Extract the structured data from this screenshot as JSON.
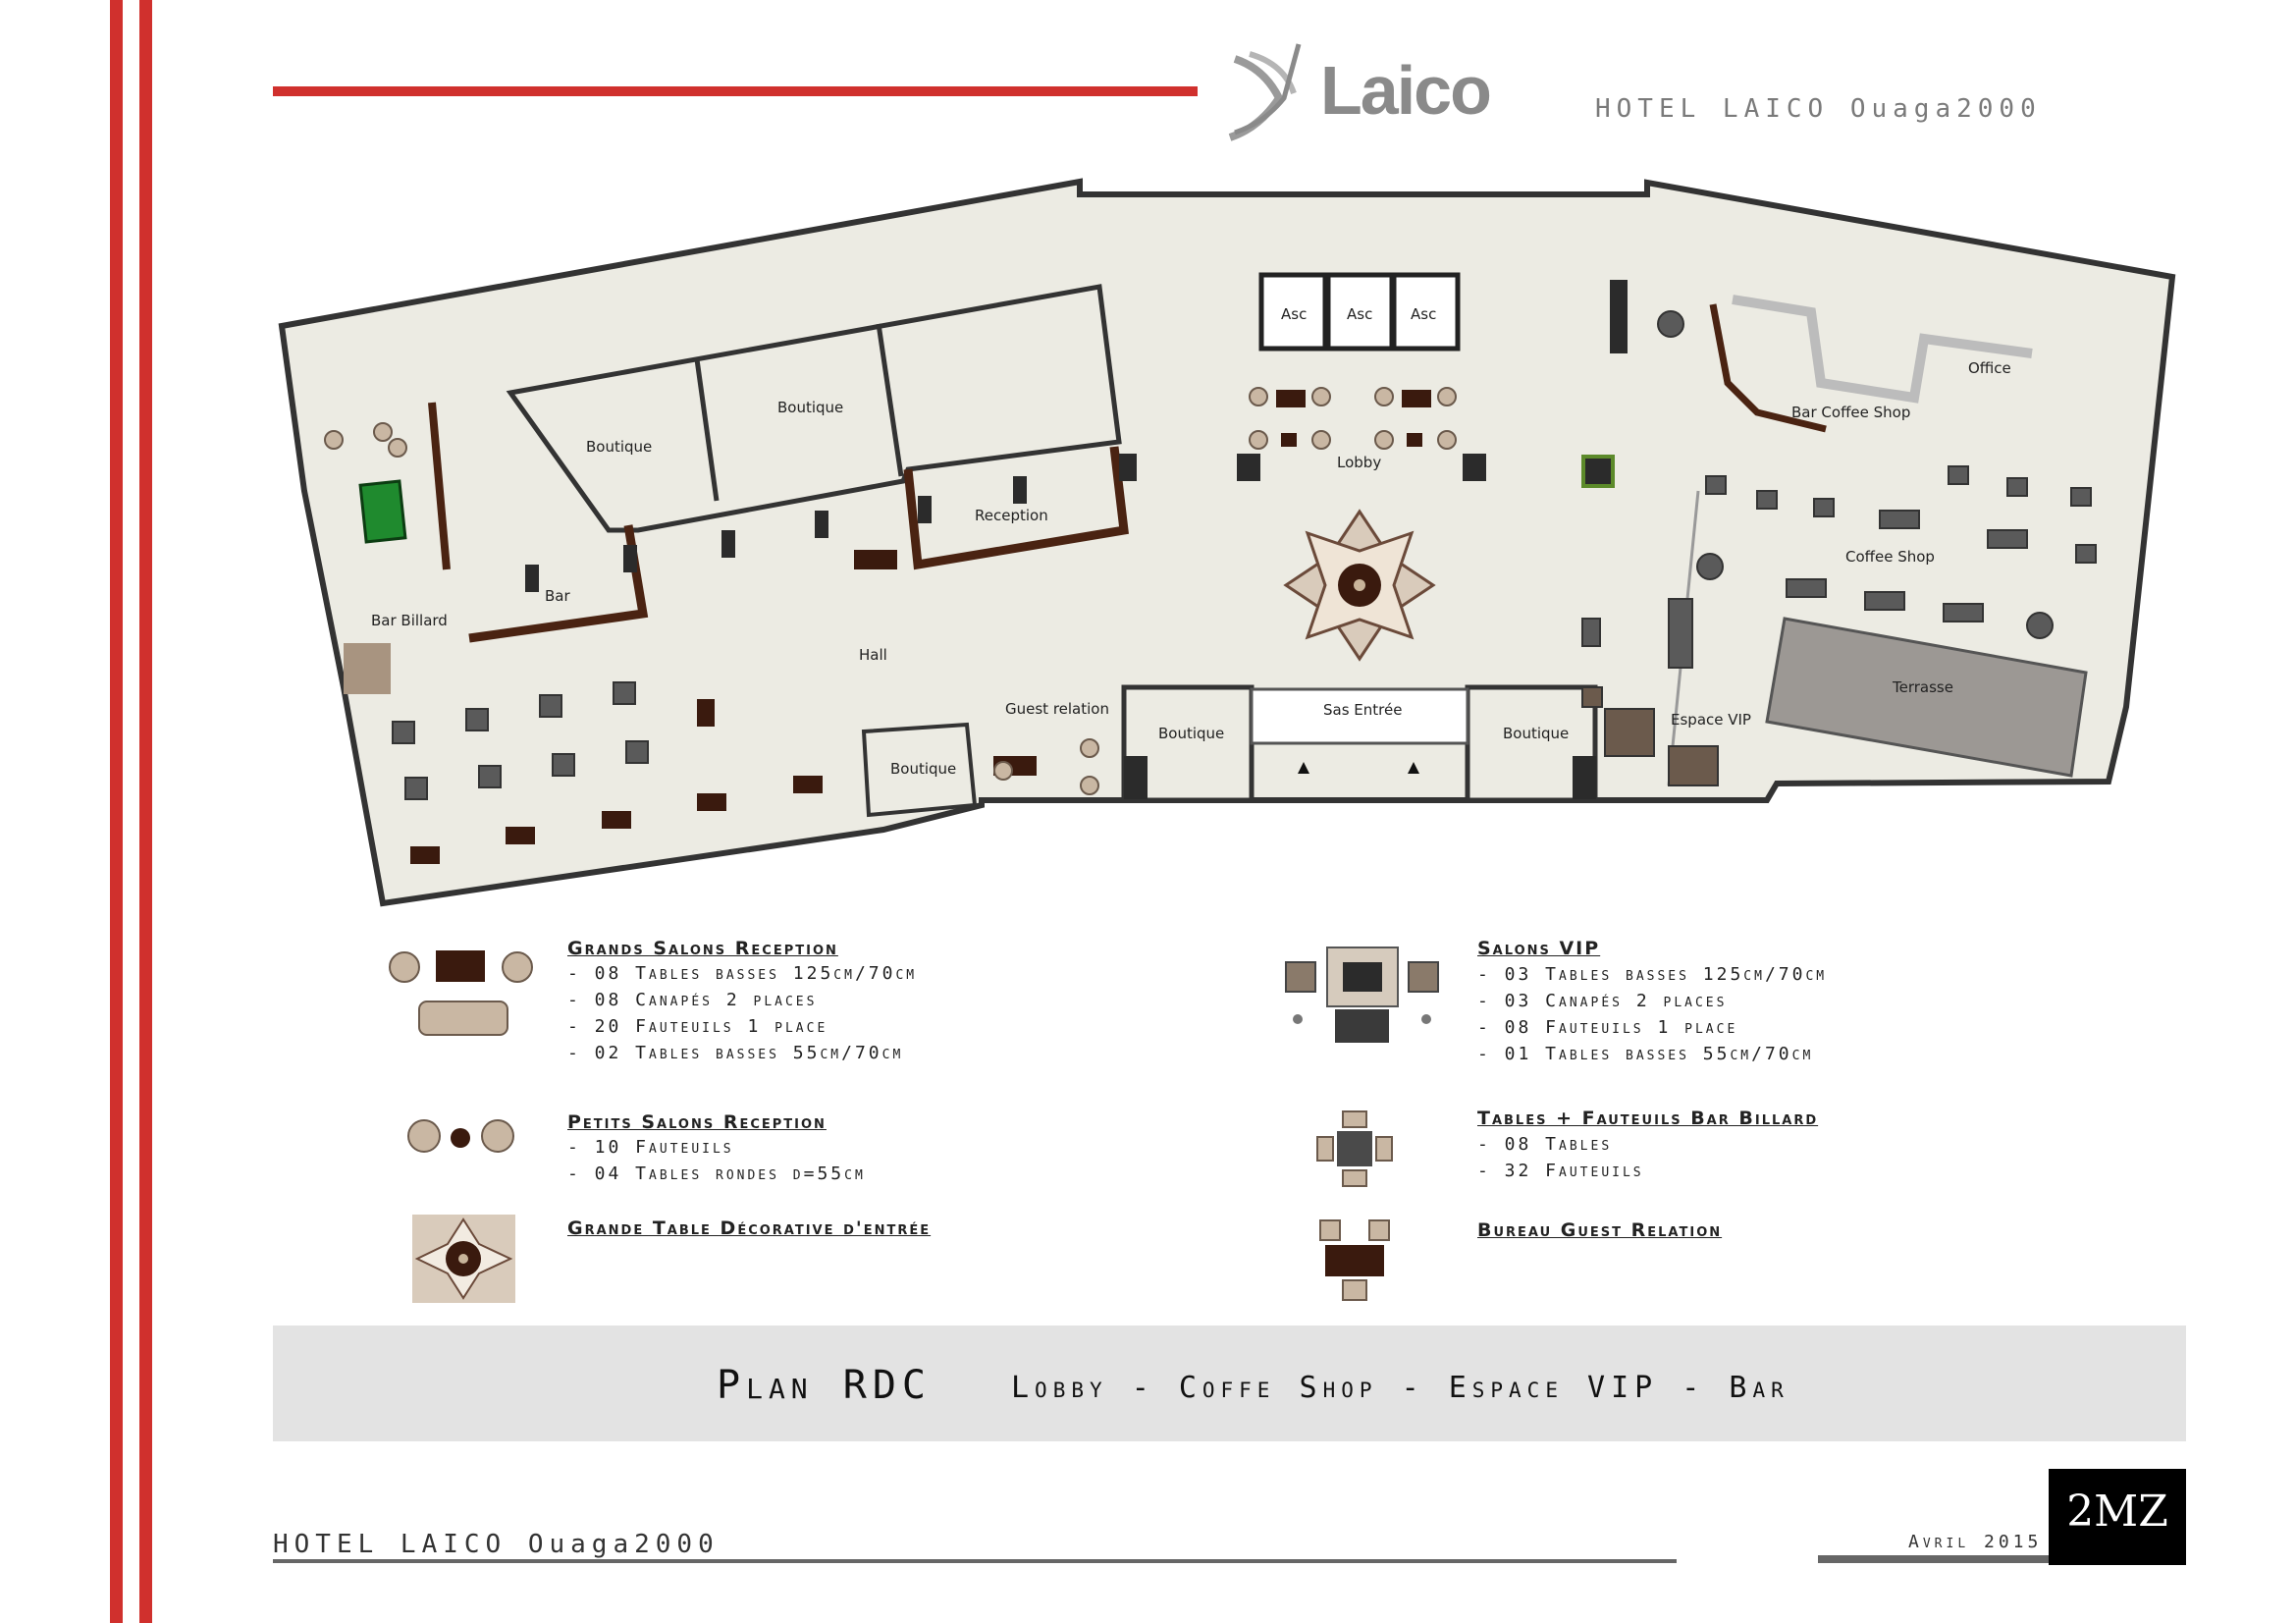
{
  "header": {
    "logo_text": "Laico",
    "title": "HOTEL LAICO Ouaga2000"
  },
  "plan": {
    "rooms": {
      "asc1": "Asc",
      "asc2": "Asc",
      "asc3": "Asc",
      "lobby": "Lobby",
      "boutique_a": "Boutique",
      "boutique_b": "Boutique",
      "reception": "Reception",
      "bar": "Bar",
      "bar_billard": "Bar Billard",
      "hall": "Hall",
      "guest_relation": "Guest relation",
      "boutique_c": "Boutique",
      "boutique_d": "Boutique",
      "sas_entree": "Sas Entrée",
      "boutique_e": "Boutique",
      "espace_vip": "Espace VIP",
      "office": "Office",
      "bar_coffee_shop": "Bar Coffee Shop",
      "coffee_shop": "Coffee Shop",
      "terrasse": "Terrasse"
    }
  },
  "legend": {
    "grands_salons": {
      "title": "Grands Salons Reception",
      "lines": [
        "- 08 Tables basses 125cm/70cm",
        "- 08 Canapés 2 places",
        "- 20 Fauteuils 1 place",
        "- 02 Tables basses 55cm/70cm"
      ]
    },
    "petits_salons": {
      "title": "Petits Salons Reception",
      "lines": [
        "- 10 Fauteuils",
        "- 04  Tables rondes d=55cm"
      ]
    },
    "grande_table": {
      "title": "Grande Table Décorative d'entrée"
    },
    "salons_vip": {
      "title": "Salons VIP",
      "lines": [
        "- 03 Tables basses 125cm/70cm",
        "- 03 Canapés 2 places",
        "- 08 Fauteuils 1 place",
        "- 01 Tables basses 55cm/70cm"
      ]
    },
    "tables_billard": {
      "title": "Tables + Fauteuils Bar Billard",
      "lines": [
        "- 08 Tables",
        "- 32 Fauteuils"
      ]
    },
    "bureau_guest": {
      "title": "Bureau Guest Relation"
    }
  },
  "banner": {
    "main": "Plan RDC",
    "sub": "Lobby - Coffe Shop - Espace VIP - Bar"
  },
  "footer": {
    "title": "HOTEL LAICO Ouaga2000",
    "date": "Avril 2015",
    "brand": "2MZ"
  },
  "colors": {
    "accent_red": "#d0302d",
    "floor": "#ecebe3",
    "wall": "#333333",
    "furniture_dark": "#3a1a0e",
    "billiard_green": "#1f8a2e"
  }
}
